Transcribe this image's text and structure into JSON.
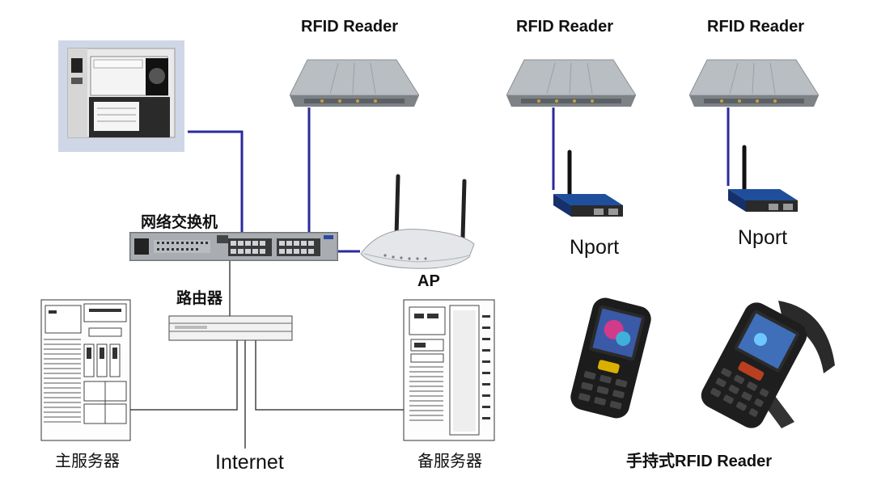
{
  "labels": {
    "rfid_reader_1": "RFID Reader",
    "rfid_reader_2": "RFID Reader",
    "rfid_reader_3": "RFID Reader",
    "switch": "网络交换机",
    "ap": "AP",
    "router": "路由器",
    "nport_1": "Nport",
    "nport_2": "Nport",
    "main_server": "主服务器",
    "backup_server": "备服务器",
    "internet": "Internet",
    "handheld": "手持式RFID Reader"
  },
  "colors": {
    "link_blue": "#2b2a9e",
    "link_gray": "#444444"
  }
}
